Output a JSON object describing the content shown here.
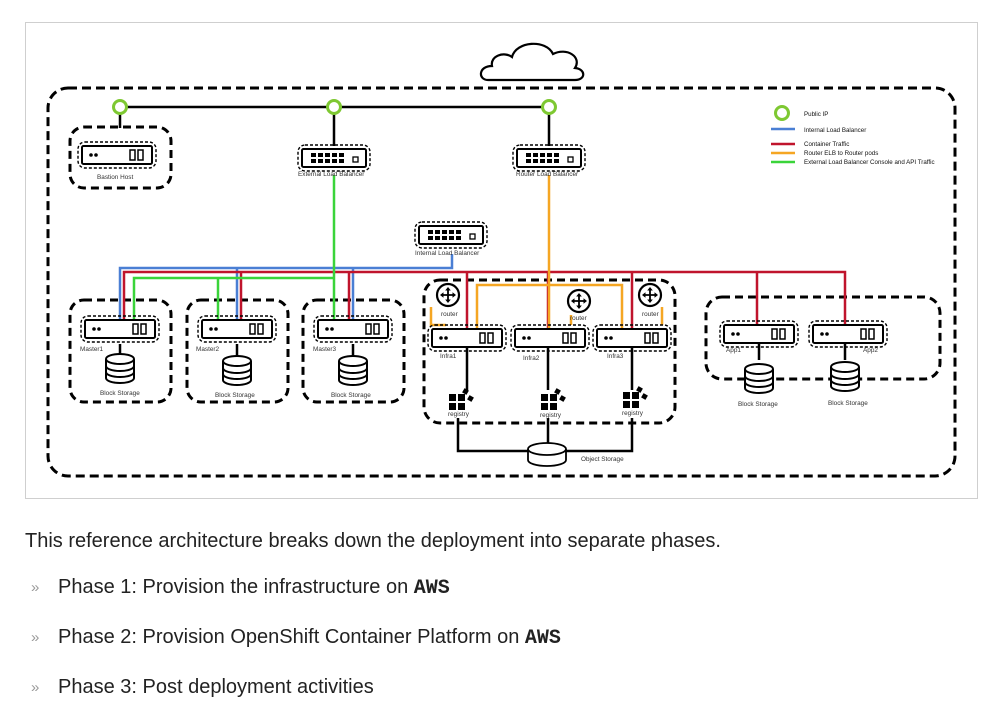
{
  "diagram": {
    "legend": {
      "public_ip": "Public IP",
      "internal_lb": "Internal Load Balancer",
      "container_traffic": "Container Traffic",
      "router_elb": "Router ELB to Router pods",
      "external_lb": "External Load Balancer Console and API Traffic"
    },
    "colors": {
      "public_ip": "#7ec832",
      "internal_lb": "#4a7fd4",
      "container_traffic": "#c0142c",
      "router_elb": "#f5a623",
      "external_lb": "#3ad43a",
      "outline": "#000000"
    },
    "nodes": {
      "bastion": "Bastion Host",
      "external_lb": "External Load Balancer",
      "router_lb": "Router Load Balancer",
      "internal_lb": "Internal Load Balancer",
      "master1": "Master1",
      "master2": "Master2",
      "master3": "Master3",
      "infra1": "Infra1",
      "infra2": "Infra2",
      "infra3": "Infra3",
      "app1": "App1",
      "app2": "App2",
      "router": "router",
      "registry": "registry",
      "block_storage": "Block Storage",
      "object_storage": "Object Storage"
    }
  },
  "intro": "This reference architecture breaks down the deployment into separate phases.",
  "phases": [
    {
      "bullet": "»",
      "text": "Phase 1: Provision the infrastructure on ",
      "code": "AWS"
    },
    {
      "bullet": "»",
      "text": "Phase 2: Provision OpenShift Container Platform on ",
      "code": "AWS"
    },
    {
      "bullet": "»",
      "text": "Phase 3: Post deployment activities",
      "code": ""
    }
  ]
}
